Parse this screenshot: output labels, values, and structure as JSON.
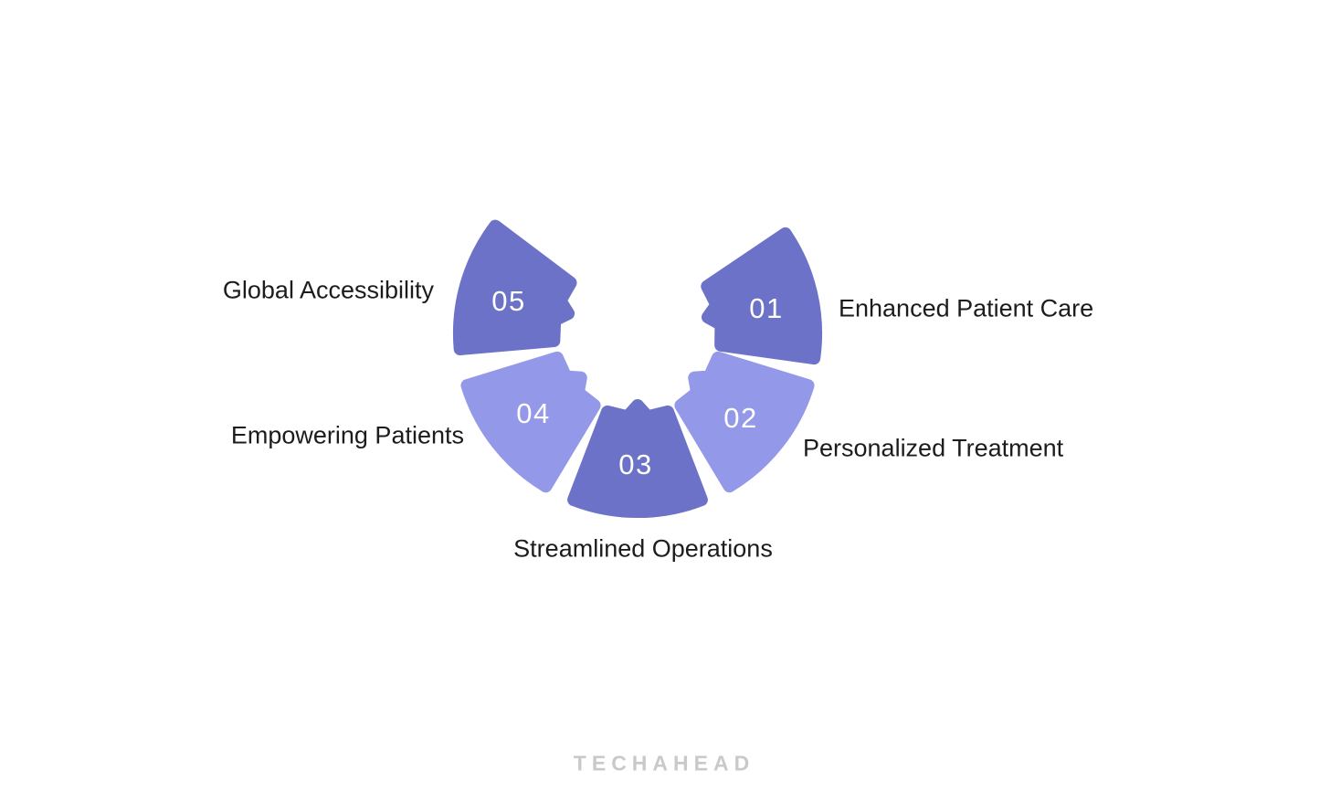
{
  "diagram": {
    "items": [
      {
        "number": "01",
        "label": "Enhanced Patient Care",
        "tone": "dark"
      },
      {
        "number": "02",
        "label": "Personalized Treatment",
        "tone": "light"
      },
      {
        "number": "03",
        "label": "Streamlined Operations",
        "tone": "dark"
      },
      {
        "number": "04",
        "label": "Empowering Patients",
        "tone": "light"
      },
      {
        "number": "05",
        "label": "Global Accessibility",
        "tone": "dark"
      }
    ]
  },
  "colors": {
    "dark": "#6c72c7",
    "light": "#9398e9",
    "number": "#ffffff",
    "label": "#1c1c1e",
    "watermark": "#c9c9c9",
    "background": "#ffffff"
  },
  "watermark": {
    "text": "TECHAHEAD"
  }
}
